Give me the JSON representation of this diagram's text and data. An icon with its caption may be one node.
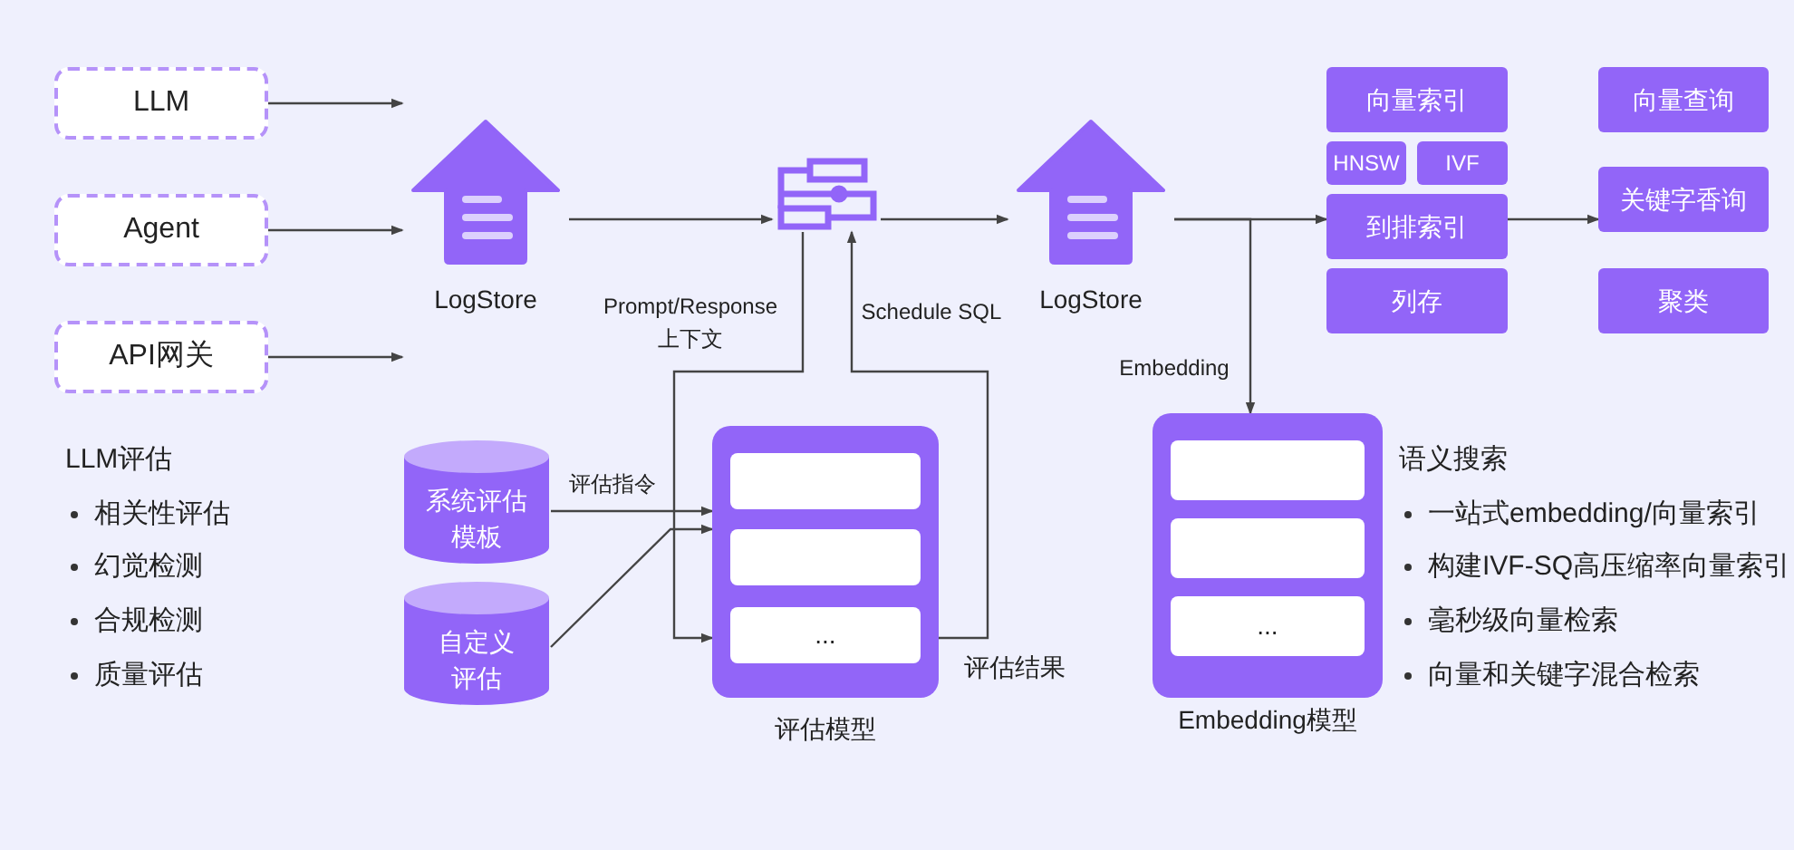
{
  "diagram": {
    "nodes": [
      {
        "text": [
          "LLM"
        ]
      },
      {
        "text": [
          "Agent"
        ]
      },
      {
        "text": [
          "API网关"
        ]
      },
      {
        "text": [
          "LogStore"
        ]
      },
      {
        "text": [],
        "shape": "picture"
      },
      {
        "text": [
          "LogStore"
        ]
      },
      {
        "text": [
          "向量索引"
        ]
      },
      {
        "text": [
          "HNSW"
        ]
      },
      {
        "text": [
          "IVF"
        ]
      },
      {
        "text": [
          "到排索引"
        ]
      },
      {
        "text": [
          "列存"
        ]
      },
      {
        "text": [
          "向量查询"
        ]
      },
      {
        "text": [
          "关键字香询"
        ]
      },
      {
        "text": [
          "聚类"
        ]
      },
      {
        "text": [
          "系统评估模板"
        ]
      },
      {
        "text": [
          "自定义评估"
        ]
      },
      {
        "text": [
          "评估模型"
        ]
      },
      {
        "text": [],
        "shape": "box",
        "in": 16
      },
      {
        "text": [],
        "shape": "box",
        "in": 16
      },
      {
        "text": [
          "..."
        ],
        "in": 16
      },
      {
        "text": [
          "Embedding模型"
        ]
      },
      {
        "text": [],
        "shape": "box",
        "in": 20
      },
      {
        "text": [],
        "shape": "box",
        "in": 20
      },
      {
        "text": [
          "..."
        ],
        "in": 20
      }
    ],
    "edges": [
      {
        "from": 0,
        "to": 3,
        "arrow": "to"
      },
      {
        "from": 1,
        "to": 3,
        "arrow": "to"
      },
      {
        "from": 2,
        "to": 3,
        "arrow": "to"
      },
      {
        "from": 3,
        "to": 4,
        "arrow": "to"
      },
      {
        "from": 4,
        "to": 16,
        "arrow": "to",
        "label": "Prompt/Response 上下文"
      },
      {
        "from": 16,
        "to": 4,
        "arrow": "to",
        "label": "Schedule SQL"
      },
      {
        "from": 4,
        "to": 5,
        "arrow": "to"
      },
      {
        "from": 5,
        "to": 9,
        "arrow": "to"
      },
      {
        "from": 5,
        "to": 20,
        "arrow": "to",
        "label": "Embedding"
      },
      {
        "from": 9,
        "to": 12,
        "arrow": "to"
      },
      {
        "from": 14,
        "to": 16,
        "arrow": "to",
        "label": "评估指令"
      },
      {
        "from": 15,
        "to": 16,
        "arrow": "to"
      }
    ],
    "labels": [
      "LLM评估",
      "相关性评估",
      "幻觉检测",
      "合规检测",
      "质量评估",
      "评估结果",
      "语义搜索",
      "一站式embedding/向量索引",
      "构建IVF-SQ高压缩率向量索引",
      "毫秒级向量检索",
      "向量和关键字混合检索"
    ]
  }
}
